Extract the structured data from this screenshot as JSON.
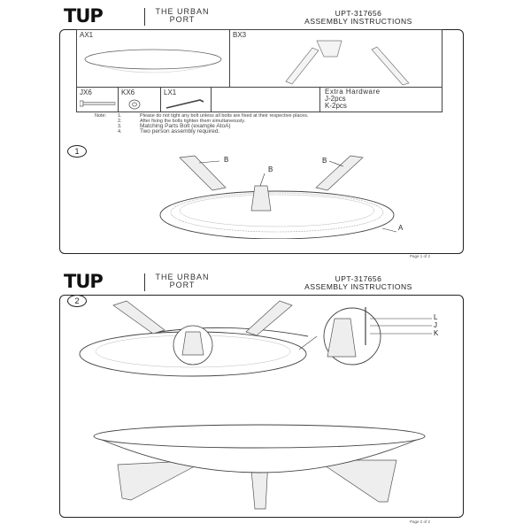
{
  "brand": {
    "logo": "TUP",
    "name_line1": "THE URBAN",
    "name_line2": "PORT"
  },
  "header": {
    "model": "UPT-317656",
    "title": "ASSEMBLY INSTRUCTIONS"
  },
  "parts": {
    "ax": "AX1",
    "bx": "BX3",
    "jx": "JX6",
    "kx": "KX6",
    "lx": "LX1",
    "extra_title": "Extra Hardware",
    "extra_j": "J-2pcs",
    "extra_k": "K-2pcs"
  },
  "notes": {
    "label": "Note:",
    "items": [
      {
        "num": "1.",
        "text": "Please do not tight any bolt unless all bolts are fixed at their respective places."
      },
      {
        "num": "2.",
        "text": "After fixing the bolts tighten them simultaneously."
      },
      {
        "num": "3.",
        "text": "Matching Parts Bolt (example AtoA)"
      },
      {
        "num": "4.",
        "text": "Two person assembly required."
      }
    ]
  },
  "step1": {
    "number": "1",
    "labels": {
      "b1": "B",
      "b2": "B",
      "b3": "B",
      "a": "A"
    },
    "page": "Page 1 of 2"
  },
  "step2": {
    "number": "2",
    "labels": {
      "l": "L",
      "j": "J",
      "k": "K"
    },
    "page": "Page 2 of 2"
  }
}
